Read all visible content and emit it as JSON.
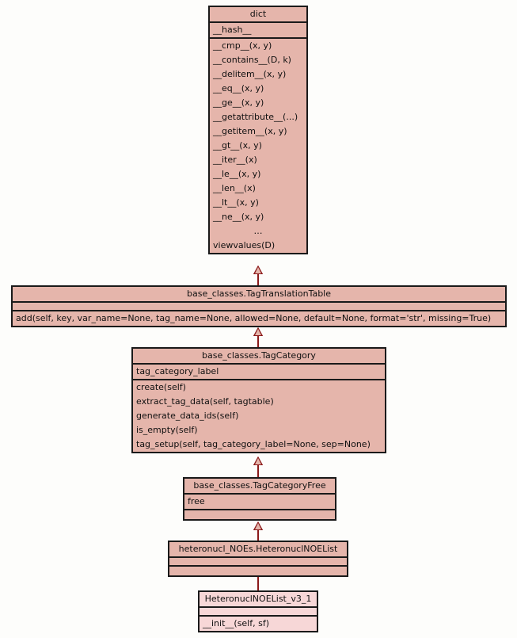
{
  "diagram": {
    "type": "uml-class-hierarchy",
    "background_color": "#fdfdfb",
    "box_fill_color": "#e5b5ab",
    "box_fill_color_highlight": "#f7d7d7",
    "border_color": "#1a1a1a",
    "edge_color": "#8b1a1a",
    "relationship": "generalization"
  },
  "classes": [
    {
      "id": "dict",
      "name": "dict",
      "attributes": [
        "__hash__"
      ],
      "methods": [
        "__cmp__(x, y)",
        "__contains__(D, k)",
        "__delitem__(x, y)",
        "__eq__(x, y)",
        "__ge__(x, y)",
        "__getattribute__(...)",
        "__getitem__(x, y)",
        "__gt__(x, y)",
        "__iter__(x)",
        "__le__(x, y)",
        "__len__(x)",
        "__lt__(x, y)",
        "__ne__(x, y)",
        "…",
        "viewvalues(D)"
      ]
    },
    {
      "id": "tag-translation-table",
      "name": "base_classes.TagTranslationTable",
      "attributes": [],
      "methods": [
        "add(self, key, var_name=None, tag_name=None, allowed=None, default=None, format='str', missing=True)"
      ]
    },
    {
      "id": "tag-category",
      "name": "base_classes.TagCategory",
      "attributes": [
        "tag_category_label"
      ],
      "methods": [
        "create(self)",
        "extract_tag_data(self, tagtable)",
        "generate_data_ids(self)",
        "is_empty(self)",
        "tag_setup(self, tag_category_label=None, sep=None)"
      ]
    },
    {
      "id": "tag-category-free",
      "name": "base_classes.TagCategoryFree",
      "attributes": [
        "free"
      ],
      "methods": []
    },
    {
      "id": "heteronuc-inoe-list",
      "name": "heteronucl_NOEs.HeteronuclNOEList",
      "attributes": [],
      "methods": []
    },
    {
      "id": "heteronuc-inoe-list-v3-1",
      "name": "HeteronuclNOEList_v3_1",
      "attributes": [],
      "methods": [
        "__init__(self, sf)"
      ]
    }
  ],
  "edges": [
    {
      "from": "tag-translation-table",
      "to": "dict"
    },
    {
      "from": "tag-category",
      "to": "tag-translation-table"
    },
    {
      "from": "tag-category-free",
      "to": "tag-category"
    },
    {
      "from": "heteronuc-inoe-list",
      "to": "tag-category-free"
    },
    {
      "from": "heteronuc-inoe-list-v3-1",
      "to": "heteronuc-inoe-list"
    }
  ]
}
